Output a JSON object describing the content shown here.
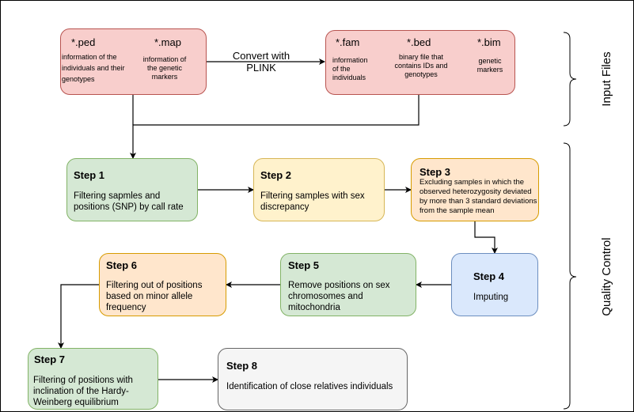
{
  "input_files": {
    "ped": {
      "ext": "*.ped",
      "desc": "information of the individuals and their genotypes"
    },
    "map": {
      "ext": "*.map",
      "desc": "information of the genetic markers"
    },
    "convert_label": "Convert with PLINK",
    "fam": {
      "ext": "*.fam",
      "desc": "information of the individuals"
    },
    "bed": {
      "ext": "*.bed",
      "desc": "binary file that contains IDs and genotypes"
    },
    "bim": {
      "ext": "*.bim",
      "desc": "genetic markers"
    }
  },
  "steps": [
    {
      "title": "Step 1",
      "desc": "Filtering sapmles and positions (SNP) by call rate"
    },
    {
      "title": "Step 2",
      "desc": "Filtering samples with sex discrepancy"
    },
    {
      "title": "Step 3",
      "desc": "Excluding samples in which the observed heterozygosity deviated by more than 3 standard deviations from the sample mean"
    },
    {
      "title": "Step 4",
      "desc": "Imputing"
    },
    {
      "title": "Step 5",
      "desc": "Remove positions on sex chromosomes and mitochondria"
    },
    {
      "title": "Step 6",
      "desc": "Filtering out of positions based on minor allele frequency"
    },
    {
      "title": "Step 7",
      "desc": "Filtering of positions with inclination of the Hardy-Weinberg equilibrium"
    },
    {
      "title": "Step 8",
      "desc": "Identification of close relatives individuals"
    }
  ],
  "side_labels": {
    "input": "Input Files",
    "qc": "Quality Control"
  },
  "colors": {
    "red_fill": "#f8cecc",
    "green_fill": "#d5e8d4",
    "yellow_fill": "#fff2cc",
    "orange_fill": "#ffe6cc",
    "blue_fill": "#dae8fc",
    "grey_fill": "#f5f5f5"
  }
}
